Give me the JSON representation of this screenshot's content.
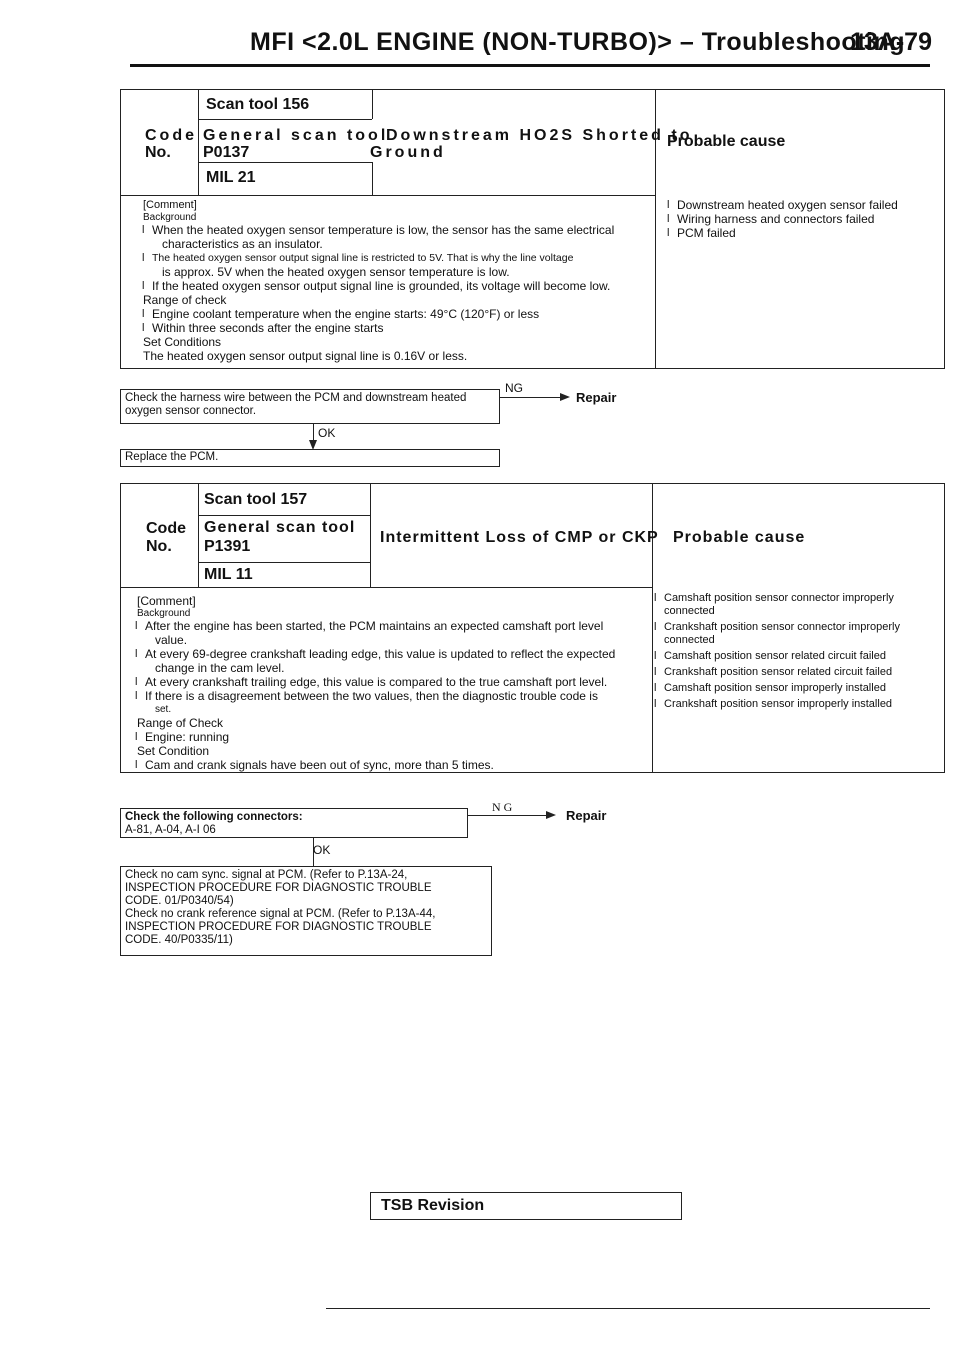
{
  "header": {
    "title": "MFI <2.0L ENGINE (NON-TURBO)> – Troubleshooting",
    "page": "13A-79"
  },
  "dtc1": {
    "scan_tool": "Scan tool 156",
    "code_label": "Code",
    "no_label": "No.",
    "general_scan_tool": "General scan tool",
    "code": "P0137",
    "mil": "MIL 21",
    "title_line1": "Downstream HO2S Shorted to",
    "title_line2": "Ground",
    "probable_cause_label": "Probable cause",
    "comment_label": "[Comment]",
    "background_label": "Background",
    "background": [
      "When the heated oxygen sensor temperature is low, the sensor has the same electrical",
      "characteristics as an insulator.",
      "The heated oxygen sensor output signal line is restricted to 5V. That is why the line voltage",
      "is approx. 5V when the heated oxygen sensor temperature is low.",
      "If the heated oxygen sensor output signal line is grounded, its voltage will become low."
    ],
    "range_label": "Range of check",
    "range": [
      "Engine coolant temperature when the engine starts: 49°C (120°F) or less",
      "Within three seconds after the engine starts"
    ],
    "set_label": "Set Conditions",
    "set": "The heated oxygen sensor output signal line is 0.16V or less.",
    "causes": [
      "Downstream heated oxygen sensor failed",
      "Wiring harness and connectors failed",
      "PCM failed"
    ],
    "flow": {
      "step1": "Check the harness wire between the PCM and downstream heated oxygen sensor connector.",
      "ng": "NG",
      "repair": "Repair",
      "ok": "OK",
      "step2": "Replace the PCM."
    }
  },
  "dtc2": {
    "scan_tool": "Scan tool 157",
    "code_label": "Code",
    "no_label": "No.",
    "general_scan_tool": "General scan tool",
    "code": "P1391",
    "mil": "MIL 11",
    "title": "Intermittent Loss of CMP or CKP",
    "probable_cause_label": "Probable cause",
    "comment_label": "[Comment]",
    "background_label": "Background",
    "background": [
      "After the engine has been started, the PCM maintains an expected camshaft port level",
      "value.",
      "At every 69-degree crankshaft leading edge, this value is updated to reflect the expected",
      "change in the cam level.",
      "At every crankshaft trailing edge, this value is compared to the true camshaft port level.",
      "If there is a disagreement between the two values, then the diagnostic trouble code is",
      "set."
    ],
    "range_label": "Range of Check",
    "range": [
      "Engine: running"
    ],
    "set_label": "Set Condition",
    "set": "Cam and crank signals have been out of sync, more than 5 times.",
    "causes": [
      "Camshaft position sensor connector improperly connected",
      "Crankshaft position sensor connector improperly connected",
      "Camshaft position sensor related circuit failed",
      "Crankshaft position sensor related circuit failed",
      "Camshaft position sensor improperly installed",
      "Crankshaft position sensor improperly installed"
    ],
    "flow": {
      "step1_title": "Check the following connectors:",
      "step1_items": "A-81, A-04, A-I 06",
      "ng": "N G",
      "repair": "Repair",
      "ok": "OK",
      "step2": [
        "Check no cam sync. signal at PCM. (Refer to P.13A-24,",
        "INSPECTION PROCEDURE FOR DIAGNOSTIC TROUBLE",
        "CODE. 01/P0340/54)",
        "Check no crank reference signal at PCM. (Refer to P.13A-44,",
        "INSPECTION PROCEDURE FOR DIAGNOSTIC TROUBLE",
        "CODE. 40/P0335/11)"
      ]
    }
  },
  "footer": {
    "tsb": "TSB Revision"
  }
}
